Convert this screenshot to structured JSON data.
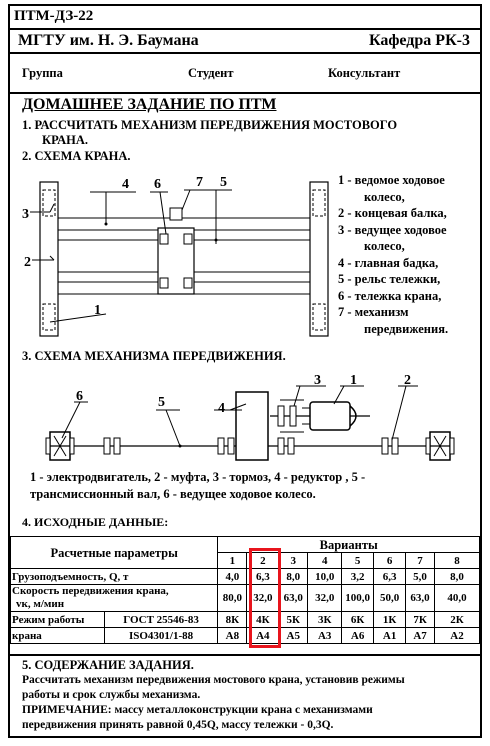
{
  "header": {
    "code": "ПТМ-ДЗ-22",
    "university": "МГТУ им. Н. Э. Баумана",
    "department": "Кафедра РК-3",
    "group_label": "Группа",
    "student_label": "Студент",
    "consultant_label": "Консультант"
  },
  "title": "ДОМАШНЕЕ ЗАДАНИЕ ПО ПТМ",
  "section1": {
    "line1": "1. РАССЧИТАТЬ МЕХАНИЗМ ПЕРЕДВИЖЕНИЯ МОСТОВОГО",
    "line2": "КРАНА."
  },
  "section2": {
    "title": "2. СХЕМА КРАНА.",
    "callouts": [
      "1",
      "2",
      "3",
      "4",
      "5",
      "6",
      "7"
    ],
    "legend": [
      "1 - ведомое ходовое",
      "колесо,",
      "2 - концевая балка,",
      "3 - ведущее ходовое",
      "колесо,",
      "4 - главная бадка,",
      "5 - рельс тележки,",
      "6 - тележка крана,",
      "7 - механизм",
      "передвижения."
    ]
  },
  "section3": {
    "title": "3. СХЕМА МЕХАНИЗМА ПЕРЕДВИЖЕНИЯ.",
    "callouts": [
      "1",
      "2",
      "3",
      "4",
      "5",
      "6"
    ],
    "caption_line1": "1 - электродвигатель, 2 - муфта, 3 - тормоз, 4 - редуктор , 5 -",
    "caption_line2": "трансмиссионный вал, 6 - ведущее ходовое колесо."
  },
  "section4": {
    "title": "4. ИСХОДНЫЕ ДАННЫЕ:",
    "table": {
      "param_header": "Расчетные параметры",
      "variants_header": "Варианты",
      "variants": [
        "1",
        "2",
        "3",
        "4",
        "5",
        "6",
        "7",
        "8"
      ],
      "highlighted_variant": "2",
      "highlight_color": "#e8141c",
      "rows": [
        {
          "label": "Грузоподъемность, Q, т",
          "values": [
            "4,0",
            "6,3",
            "8,0",
            "10,0",
            "3,2",
            "6,3",
            "5,0",
            "8,0"
          ]
        },
        {
          "label": "Скорость передвижения крана,",
          "label2": "vк, м/мин",
          "values": [
            "80,0",
            "32,0",
            "63,0",
            "32,0",
            "100,0",
            "50,0",
            "63,0",
            "40,0"
          ]
        }
      ],
      "mode_label1": "Режим работы",
      "mode_label2": "крана",
      "std1": "ГОСТ 25546-83",
      "std2": "ISO4301/1-88",
      "mode_gost": [
        "8К",
        "4К",
        "5К",
        "3К",
        "6К",
        "1К",
        "7К",
        "2К"
      ],
      "mode_iso": [
        "А8",
        "А4",
        "А5",
        "А3",
        "А6",
        "А1",
        "А7",
        "А2"
      ]
    }
  },
  "section5": {
    "title": "5. СОДЕРЖАНИЕ ЗАДАНИЯ.",
    "line1": "Рассчитать механизм передвижения мостового крана, установив режимы",
    "line2": "работы и срок службы механизма.",
    "note_line1": "ПРИМЕЧАНИЕ:  массу металлоконструкции крана с механизмами",
    "note_line2": "передвижения принять равной 0,45Q, массу тележки - 0,3Q."
  }
}
